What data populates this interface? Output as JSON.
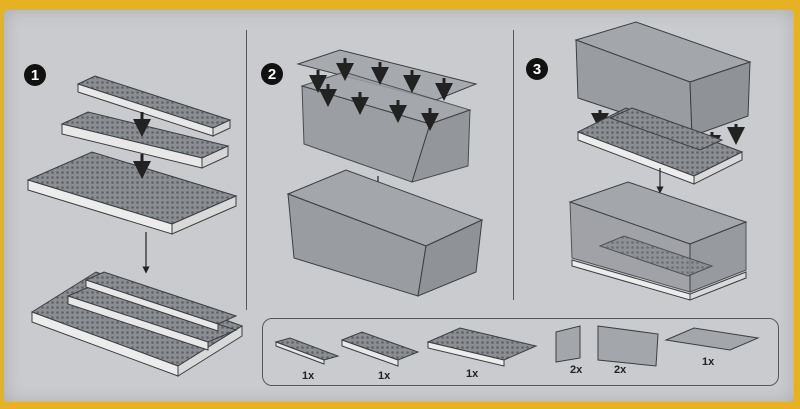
{
  "steps": [
    {
      "number": "1"
    },
    {
      "number": "2"
    },
    {
      "number": "3"
    }
  ],
  "parts": [
    {
      "quantity": "1x"
    },
    {
      "quantity": "1x"
    },
    {
      "quantity": "1x"
    },
    {
      "quantity": "2x"
    },
    {
      "quantity": "2x"
    },
    {
      "quantity": "1x"
    }
  ],
  "colors": {
    "border": "#e6b222",
    "card": "#c9cbcf",
    "baseplate": "#8a8d91",
    "acrylic": "#9ea1a6",
    "line": "#3b3e42"
  }
}
